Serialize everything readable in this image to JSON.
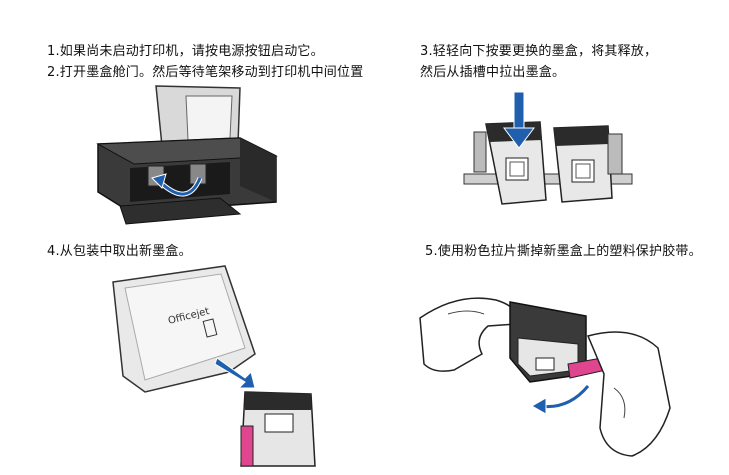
{
  "steps": {
    "s1": "1.如果尚未启动打印机，请按电源按钮启动它。",
    "s2": "2.打开墨盒舱门。然后等待笔架移动到打印机中间位置",
    "s3a": "3.轻轻向下按要更换的墨盒，将其释放，",
    "s3b": "然后从插槽中拉出墨盒。",
    "s4": "4.从包装中取出新墨盒。",
    "s5": "5.使用粉色拉片撕掉新墨盒上的塑料保护胶带。"
  },
  "illustrations": {
    "printer": "printer-open-door",
    "cartridge_press": "cartridge-press-down",
    "package": "cartridge-package",
    "tape": "pull-pink-tab"
  },
  "package_label": "Officejet",
  "colors": {
    "arrow_blue": "#1f5fae",
    "pink_tab": "#e0458f",
    "printer_dark": "#2b2b2b"
  }
}
